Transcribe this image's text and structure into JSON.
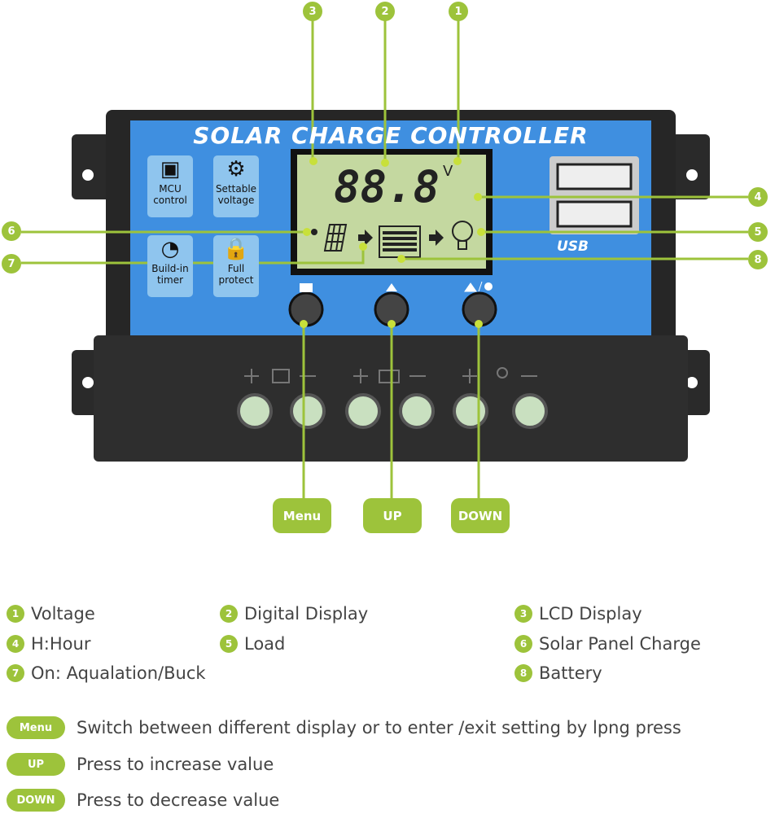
{
  "device": {
    "title": "SOLAR CHARGE CONTROLLER",
    "features": [
      {
        "line1": "MCU",
        "line2": "control",
        "icon": "chip-icon"
      },
      {
        "line1": "Settable",
        "line2": "voltage",
        "icon": "gear-icon"
      },
      {
        "line1": "Build-in",
        "line2": "timer",
        "icon": "clock-icon"
      },
      {
        "line1": "Full",
        "line2": "protect",
        "icon": "lock-icon"
      }
    ],
    "lcd": {
      "digits": "88.8",
      "unit": "V"
    },
    "usb_label": "USB",
    "terminal_groups": [
      "solar-panel",
      "battery",
      "load"
    ]
  },
  "callouts": [
    "1",
    "2",
    "3",
    "4",
    "5",
    "6",
    "7",
    "8"
  ],
  "buttons": {
    "menu": "Menu",
    "up": "UP",
    "down": "DOWN"
  },
  "legend": [
    {
      "n": "1",
      "text": "Voltage"
    },
    {
      "n": "2",
      "text": "Digital Display"
    },
    {
      "n": "3",
      "text": "LCD Display"
    },
    {
      "n": "4",
      "text": "H:Hour"
    },
    {
      "n": "5",
      "text": "Load"
    },
    {
      "n": "6",
      "text": "Solar Panel Charge"
    },
    {
      "n": "7",
      "text": "On: Aqualation/Buck"
    },
    {
      "n": "8",
      "text": "Battery"
    }
  ],
  "button_legend": [
    {
      "label": "Menu",
      "text": "Switch between different display or to enter /exit setting by lpng press"
    },
    {
      "label": "UP",
      "text": "Press to increase value"
    },
    {
      "label": "DOWN",
      "text": "Press to decrease value"
    }
  ],
  "colors": {
    "accent": "#9dc33b",
    "panel_blue": "#3f8fe0",
    "body": "#2b2b2b",
    "lcd": "#c4d8a0"
  }
}
